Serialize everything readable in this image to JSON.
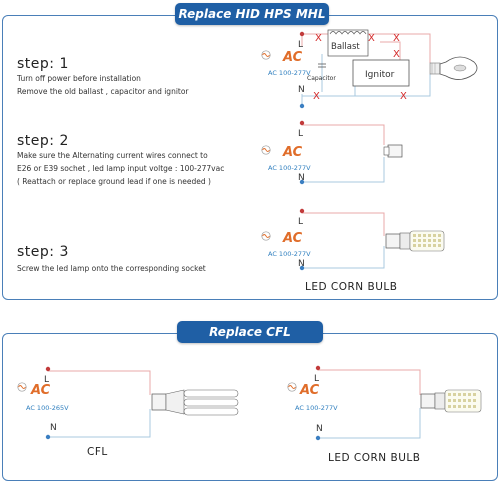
{
  "hid_section": {
    "header": "Replace HID HPS MHL",
    "steps": [
      {
        "title": "step: 1",
        "lines": [
          "Turn off power before installation",
          "Remove the old ballast , capacitor and ignitor"
        ]
      },
      {
        "title": "step: 2",
        "lines": [
          "Make sure the Alternating current wires connect to",
          "E26 or E39 sochet , led lamp input voltge : 100-277vac",
          "( Reattach or replace ground lead if one is needed )"
        ]
      },
      {
        "title": "step: 3",
        "lines": [
          "Screw the led lamp onto the corresponding socket"
        ]
      }
    ],
    "diagram1": {
      "voltage": "AC 100-277V",
      "ballast": "Ballast",
      "capacitor": "Capacitor",
      "ignitor": "Ignitor"
    },
    "diagram2": {
      "voltage": "AC 100-277V"
    },
    "diagram3": {
      "voltage": "AC 100-277V"
    },
    "result_label": "LED  CORN  BULB"
  },
  "cfl_section": {
    "header": "Replace  CFL",
    "left": {
      "voltage": "AC 100-265V",
      "label": "CFL"
    },
    "right": {
      "voltage": "AC 100-277V",
      "label": "LED  CORN  BULB"
    }
  },
  "common": {
    "ac": "AC",
    "line": "L",
    "neutral": "N",
    "cross": "X"
  },
  "colors": {
    "header_bg": "#1f5fa5",
    "border": "#4a7fb8",
    "ac_orange": "#e06d2a",
    "live_wire": "#e8a8a8",
    "neutral_wire": "#a9c9df",
    "cross_red": "#d42a2a",
    "voltage_blue": "#2f7fbf"
  }
}
